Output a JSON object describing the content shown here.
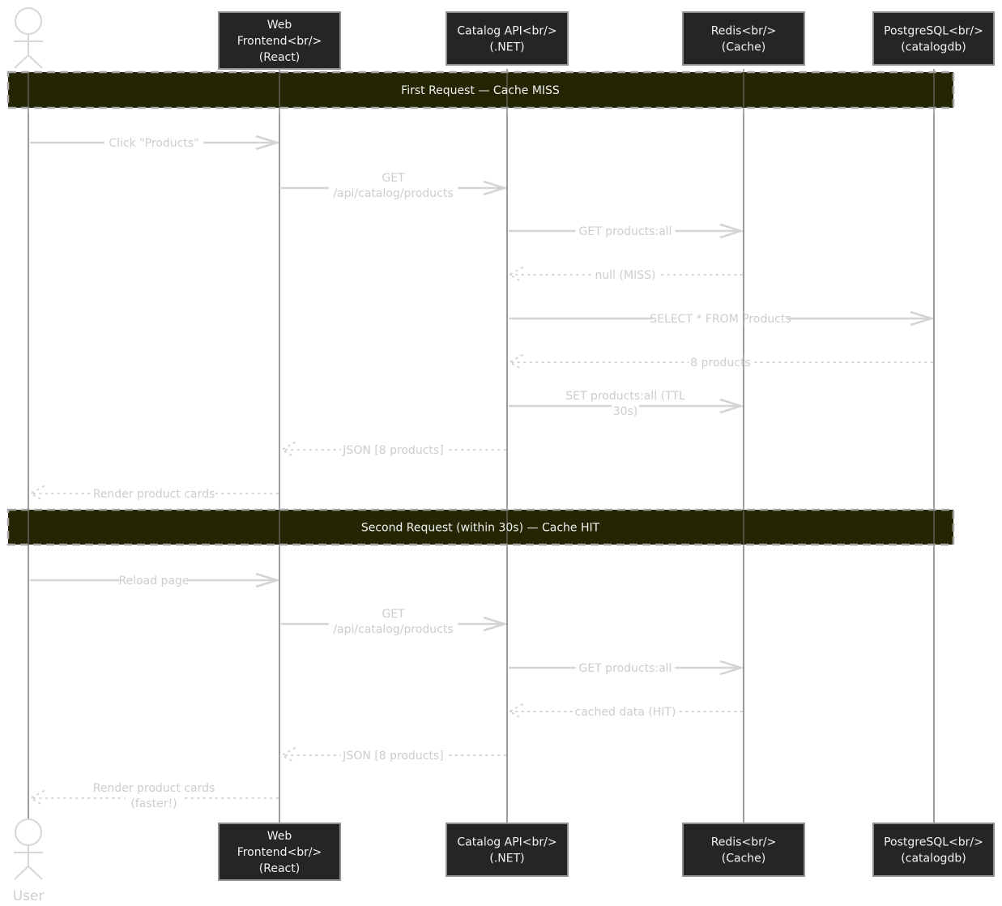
{
  "diagram": {
    "type": "sequence",
    "actor": {
      "id": "user",
      "label": "User"
    },
    "participants": [
      {
        "id": "web",
        "lines": [
          "Web",
          "Frontend<br/>",
          "(React)"
        ]
      },
      {
        "id": "api",
        "lines": [
          "Catalog API<br/>",
          "(.NET)"
        ]
      },
      {
        "id": "redis",
        "lines": [
          "Redis<br/>",
          "(Cache)"
        ]
      },
      {
        "id": "pg",
        "lines": [
          "PostgreSQL<br/>",
          "(catalogdb)"
        ]
      }
    ],
    "sections": [
      {
        "title": "First Request — Cache MISS",
        "messages": [
          {
            "from": "user",
            "to": "web",
            "style": "solid",
            "lines": [
              "Click \"Products\""
            ]
          },
          {
            "from": "web",
            "to": "api",
            "style": "solid",
            "lines": [
              "GET",
              "/api/catalog/products"
            ]
          },
          {
            "from": "api",
            "to": "redis",
            "style": "solid",
            "lines": [
              "GET products:all"
            ]
          },
          {
            "from": "redis",
            "to": "api",
            "style": "dotted",
            "lines": [
              "null (MISS)"
            ]
          },
          {
            "from": "api",
            "to": "pg",
            "style": "solid",
            "lines": [
              "SELECT * FROM Products"
            ]
          },
          {
            "from": "pg",
            "to": "api",
            "style": "dotted",
            "lines": [
              "8 products"
            ]
          },
          {
            "from": "api",
            "to": "redis",
            "style": "solid",
            "lines": [
              "SET products:all (TTL",
              "30s)"
            ]
          },
          {
            "from": "api",
            "to": "web",
            "style": "dotted",
            "lines": [
              "JSON [8 products]"
            ]
          },
          {
            "from": "web",
            "to": "user",
            "style": "dotted",
            "lines": [
              "Render product cards"
            ]
          }
        ]
      },
      {
        "title": "Second Request (within 30s) — Cache HIT",
        "messages": [
          {
            "from": "user",
            "to": "web",
            "style": "solid",
            "lines": [
              "Reload page"
            ]
          },
          {
            "from": "web",
            "to": "api",
            "style": "solid",
            "lines": [
              "GET",
              "/api/catalog/products"
            ]
          },
          {
            "from": "api",
            "to": "redis",
            "style": "solid",
            "lines": [
              "GET products:all"
            ]
          },
          {
            "from": "redis",
            "to": "api",
            "style": "dotted",
            "lines": [
              "cached data (HIT)"
            ]
          },
          {
            "from": "api",
            "to": "web",
            "style": "dotted",
            "lines": [
              "JSON [8 products]"
            ]
          },
          {
            "from": "web",
            "to": "user",
            "style": "dotted",
            "lines": [
              "Render product cards",
              "(faster!)"
            ]
          }
        ]
      }
    ]
  }
}
